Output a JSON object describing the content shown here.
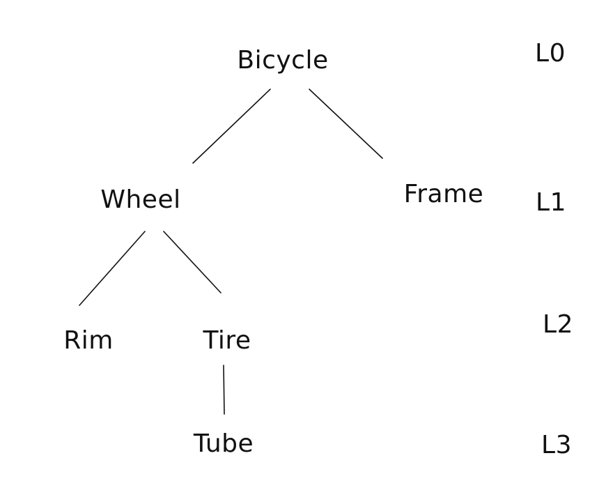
{
  "diagram": {
    "nodes": {
      "bicycle": "Bicycle",
      "wheel": "Wheel",
      "frame": "Frame",
      "rim": "Rim",
      "tire": "Tire",
      "tube": "Tube"
    },
    "edges": [
      {
        "from": "Bicycle",
        "to": "Wheel"
      },
      {
        "from": "Bicycle",
        "to": "Frame"
      },
      {
        "from": "Wheel",
        "to": "Rim"
      },
      {
        "from": "Wheel",
        "to": "Tire"
      },
      {
        "from": "Tire",
        "to": "Tube"
      }
    ],
    "levels": {
      "l0": "L0",
      "l1": "L1",
      "l2": "L2",
      "l3": "L3"
    }
  }
}
